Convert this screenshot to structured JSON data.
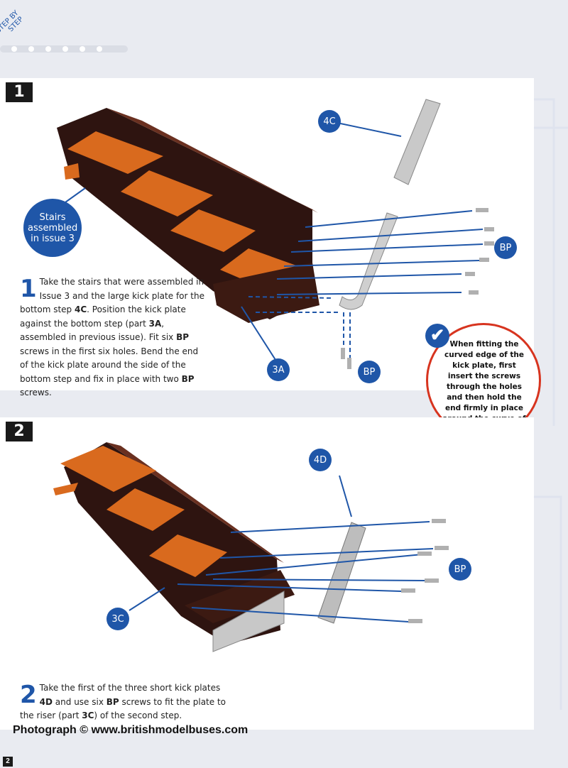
{
  "header": {
    "section_label_line1": "STEP BY",
    "section_label_line2": "STEP"
  },
  "step1": {
    "number": "1",
    "callout_stairs": "Stairs assembled in issue 3",
    "label_4c": "4C",
    "label_bp_top": "BP",
    "label_3a": "3A",
    "label_bp_bottom": "BP",
    "dropcap": "1",
    "text_parts": [
      "Take the stairs that were assembled in Issue 3 and the large kick plate for the bottom step ",
      "4C",
      ". Position the kick plate against the bottom step (part ",
      "3A",
      ", assembled in previous issue). Fit six ",
      "BP",
      " screws in the first six holes. Bend the end of the kick plate around the side of the bottom step and fix in place with two ",
      "BP",
      " screws."
    ]
  },
  "tip": {
    "icon": "checkmark-icon",
    "text": "When fitting the curved edge of the kick plate, first insert the screws through the holes and then hold the end firmly in place around the curve of the stair as you tighten the screws."
  },
  "step2": {
    "number": "2",
    "label_4d": "4D",
    "label_bp": "BP",
    "label_3c": "3C",
    "dropcap": "2",
    "text_parts": [
      "Take the first of the three short kick plates ",
      "4D",
      " and use six ",
      "BP",
      " screws to fit the plate to the riser (part ",
      "3C",
      ") of the second step."
    ]
  },
  "footer": {
    "credit": "Photograph © www.britishmodelbuses.com",
    "page_number": "2"
  },
  "colors": {
    "accent": "#1f56a8",
    "tip_border": "#d7341f",
    "stair_wood": "#3a1a14",
    "tread": "#d96a1e"
  }
}
